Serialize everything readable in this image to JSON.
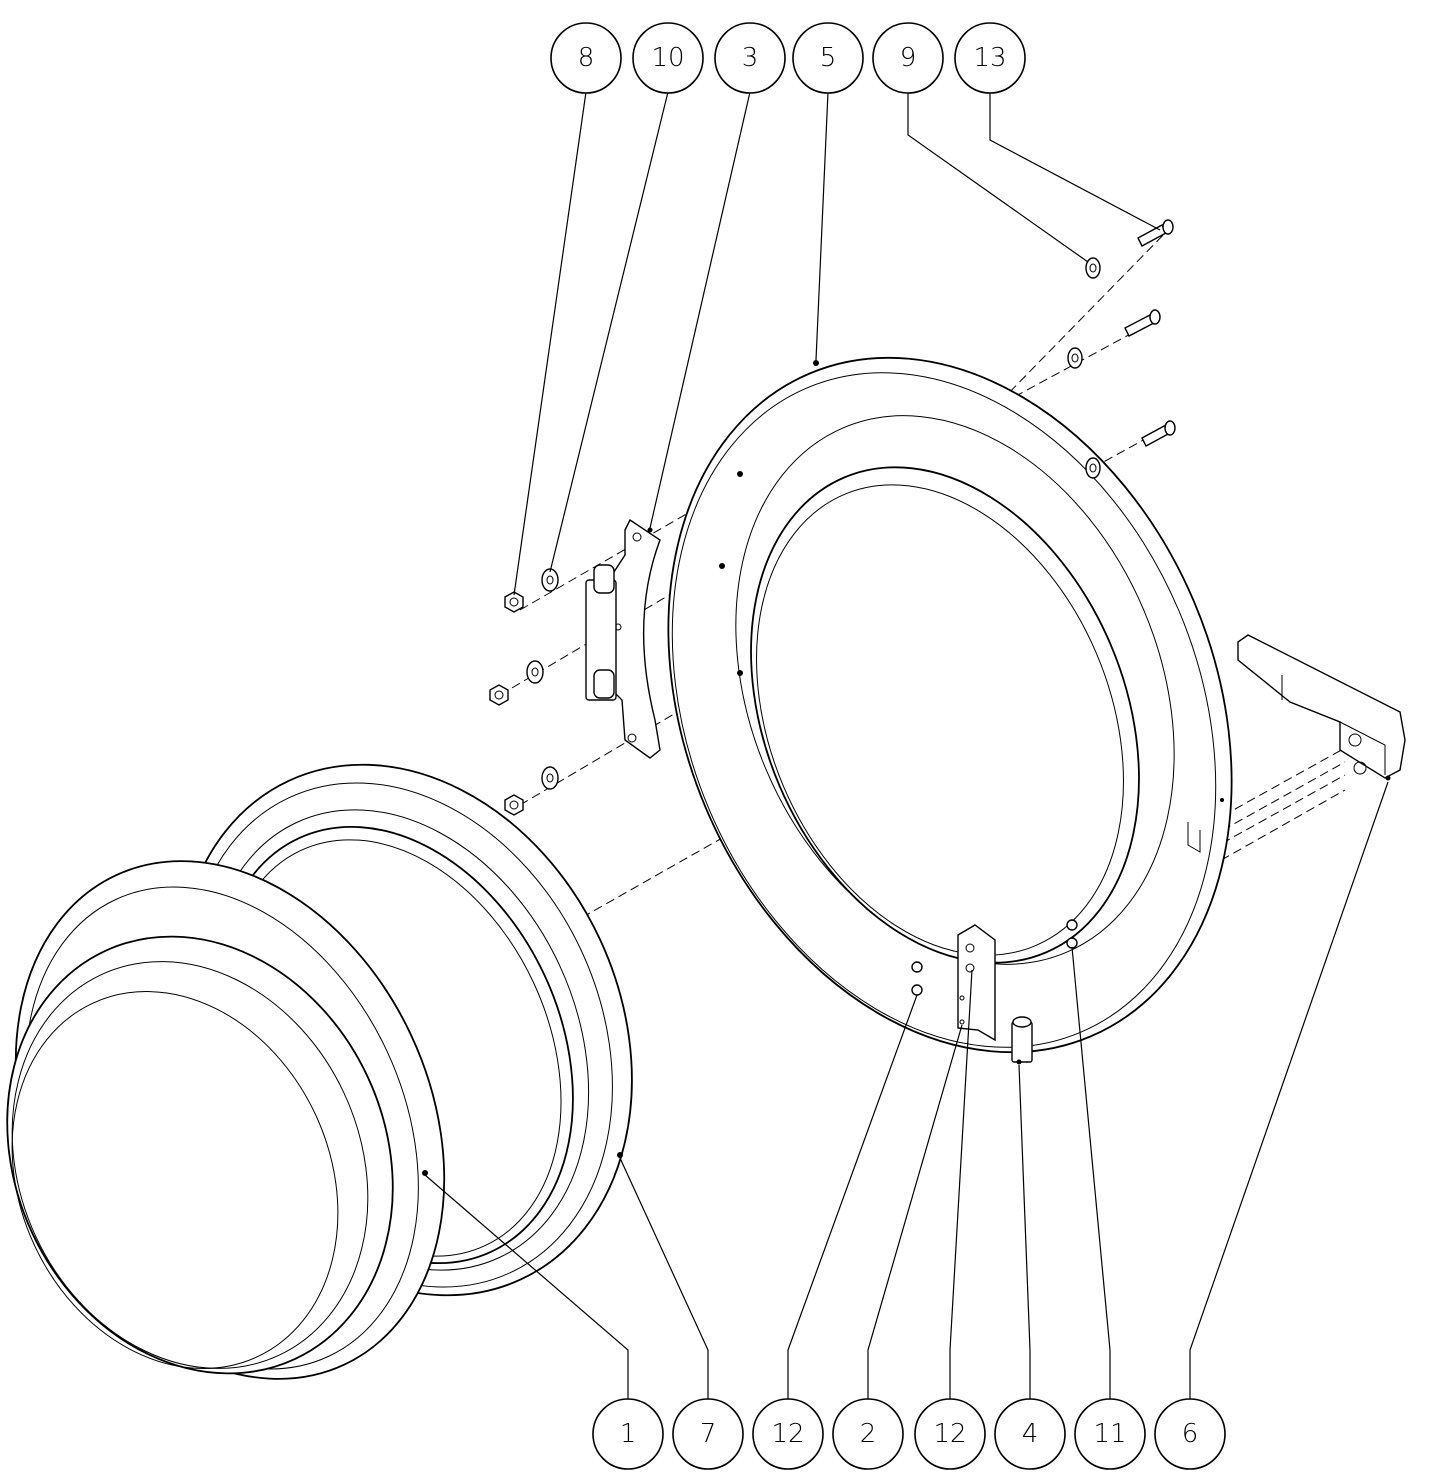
{
  "callouts_top": [
    "8",
    "10",
    "3",
    "5",
    "9",
    "13"
  ],
  "callouts_bottom": [
    "1",
    "7",
    "12",
    "2",
    "12",
    "4",
    "11",
    "6"
  ]
}
